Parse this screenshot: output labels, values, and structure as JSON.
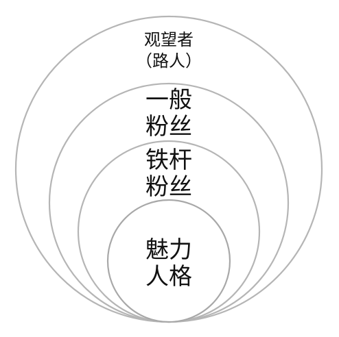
{
  "diagram": {
    "rings": [
      {
        "id": "outer",
        "lines": [
          "观望者",
          "（路人）"
        ]
      },
      {
        "id": "second",
        "lines": [
          "一般",
          "粉丝"
        ]
      },
      {
        "id": "third",
        "lines": [
          "铁杆",
          "粉丝"
        ]
      },
      {
        "id": "core",
        "lines": [
          "魅力",
          "人格"
        ]
      }
    ]
  }
}
